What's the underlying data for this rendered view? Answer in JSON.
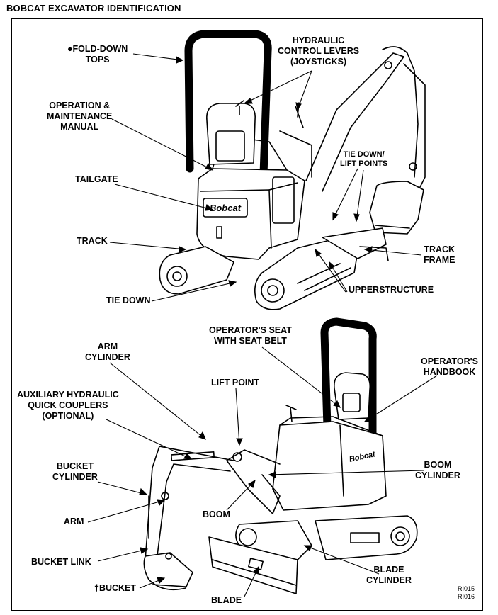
{
  "header": {
    "title": "BOBCAT EXCAVATOR IDENTIFICATION"
  },
  "top_figure": {
    "labels": {
      "fold_down_tops": "●FOLD-DOWN\nTOPS",
      "hydraulic_levers": "HYDRAULIC\nCONTROL LEVERS\n(JOYSTICKS)",
      "manual": "OPERATION &\nMAINTENANCE\nMANUAL",
      "tailgate": "TAILGATE",
      "tie_down_lift": "TIE DOWN/\nLIFT POINTS",
      "track": "TRACK",
      "track_frame": "TRACK\nFRAME",
      "tie_down": "TIE DOWN",
      "upperstructure": "UPPERSTRUCTURE"
    },
    "decal_text": "Bobcat"
  },
  "bottom_figure": {
    "labels": {
      "arm_cylinder": "ARM\nCYLINDER",
      "operator_seat": "OPERATOR'S SEAT\nWITH SEAT BELT",
      "operator_handbook": "OPERATOR'S\nHANDBOOK",
      "lift_point": "LIFT POINT",
      "aux_couplers": "AUXILIARY HYDRAULIC\nQUICK COUPLERS\n(OPTIONAL)",
      "bucket_cylinder": "BUCKET\nCYLINDER",
      "boom_cylinder": "BOOM\nCYLINDER",
      "arm": "ARM",
      "boom": "BOOM",
      "bucket_link": "BUCKET LINK",
      "blade_cylinder": "BLADE\nCYLINDER",
      "bucket": "†BUCKET",
      "blade": "BLADE"
    },
    "decal_text": "Bobcat"
  },
  "figure_refs": "RI015\nRI016"
}
